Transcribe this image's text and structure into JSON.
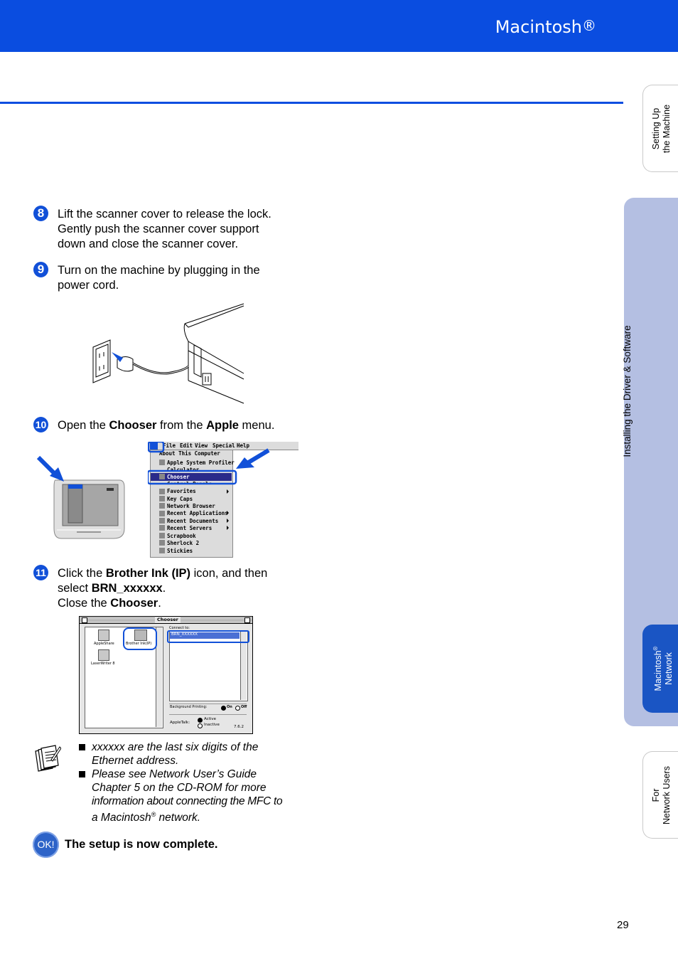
{
  "header": {
    "title": "Macintosh",
    "title_suffix": "®"
  },
  "tabs": {
    "setting_up": [
      "Setting Up",
      "the Machine"
    ],
    "installing": "Installing the Driver & Software",
    "mac_network": [
      "Macintosh",
      "®",
      "Network"
    ],
    "for_network": [
      "For",
      "Network Users"
    ]
  },
  "steps": [
    {
      "badge": "8",
      "lines": [
        "Lift the scanner cover to release the lock.",
        "Gently push the scanner cover support",
        "down and close the scanner cover."
      ]
    },
    {
      "badge": "9",
      "lines": [
        "Turn on the machine by plugging in the",
        "power cord."
      ]
    },
    {
      "badge": "10",
      "pre": "Open the ",
      "b1": "Chooser",
      "mid": " from the ",
      "b2": "Apple",
      "post": " menu."
    },
    {
      "badge": "11",
      "l1_pre": "Click the ",
      "l1_b": "Brother Ink (IP)",
      "l1_post": " icon, and then",
      "l2_pre": "select ",
      "l2_b": "BRN_xxxxxx",
      "l2_post": ".",
      "l3_pre": "Close the ",
      "l3_b": "Chooser",
      "l3_post": "."
    }
  ],
  "apple_menu": {
    "bar": [
      "File",
      "Edit",
      "View",
      "Special",
      "Help"
    ],
    "items": [
      "About This Computer",
      "Apple System Profiler",
      "Calculator",
      "Chooser",
      "Control Panels",
      "Favorites",
      "Key Caps",
      "Network Browser",
      "Recent Applications",
      "Recent Documents",
      "Recent Servers",
      "Scrapbook",
      "Sherlock 2",
      "Stickies"
    ]
  },
  "chooser_window": {
    "title": "Chooser",
    "icons": [
      "AppleShare",
      "Brother Ink(IP)",
      "LaserWriter 8"
    ],
    "connect_label": "Connect to:",
    "selected_device": "BRN_XXXXXX",
    "background_printing": "Background Printing:",
    "on": "On",
    "off": "Off",
    "appletalk": "AppleTalk:",
    "active": "Active",
    "inactive": "Inactive",
    "version": "7.6.2"
  },
  "notes": {
    "n1": [
      "xxxxxx are the last six digits of the",
      "Ethernet address."
    ],
    "n2": [
      "Please see Network User’s Guide",
      "Chapter 5 on the CD-ROM for more",
      "information about connecting the MFC to",
      "a Macintosh"
    ],
    "n2_reg": "®",
    "n2_end": " network."
  },
  "ok": {
    "badge": "OK!",
    "text": "The setup is now complete."
  },
  "page_number": "29"
}
